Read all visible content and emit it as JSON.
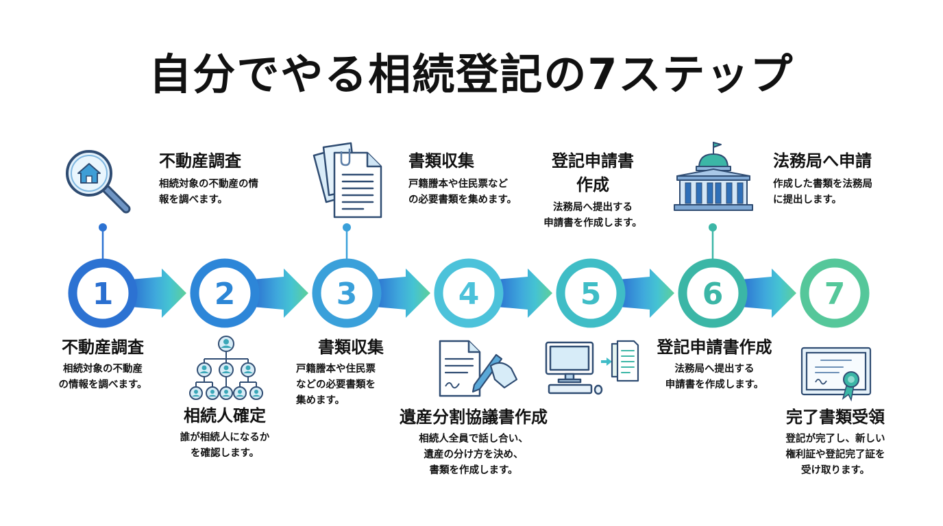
{
  "title": "自分でやる相続登記の7ステップ",
  "steps": [
    {
      "number": "1",
      "title": "不動産調査",
      "desc_top": [
        "相続対象の不動産の情",
        "報を調べます。"
      ],
      "desc_bottom": [
        "相続対象の不動産",
        "の情報を調べます。"
      ],
      "icon": "magnifier-house-icon",
      "color": "#2f7fd6"
    },
    {
      "number": "2",
      "title": "相続人確定",
      "desc": [
        "誰が相続人になるか",
        "を確認します。"
      ],
      "icon": "family-tree-icon",
      "color": "#2e8fd8"
    },
    {
      "number": "3",
      "title": "書類収集",
      "desc_top": [
        "戸籍謄本や住民票など",
        "の必要書類を集めます。"
      ],
      "desc_bottom": [
        "戸籍謄本や住民票",
        "などの必要書類を",
        "集めます。"
      ],
      "icon": "documents-icon",
      "color": "#37a3d8"
    },
    {
      "number": "4",
      "title": "遺産分割協議書作成",
      "desc": [
        "相続人全員で話し合い、",
        "遺産の分け方を決め、",
        "書類を作成します。"
      ],
      "icon": "signing-document-icon",
      "color": "#46bcd6"
    },
    {
      "number": "5",
      "title_top": [
        "登記申請書",
        "作成"
      ],
      "desc_top": [
        "法務局へ提出する",
        "申請書を作成します。"
      ],
      "icon": "computer-documents-icon",
      "color": "#3fbcc7"
    },
    {
      "number": "6",
      "title": "登記申請書作成",
      "desc": [
        "法務局へ提出する",
        "申請書を作成します。"
      ],
      "title_top": "法務局へ申請",
      "desc_top": [
        "作成した書類を法務局",
        "に提出します。"
      ],
      "icon": "courthouse-icon",
      "color": "#3ab7a8"
    },
    {
      "number": "7",
      "title": "完了書類受領",
      "desc": [
        "登記が完了し、新しい",
        "権利証や登記完了証を",
        "受け取ります。"
      ],
      "icon": "certificate-icon",
      "color": "#4cc39a"
    }
  ]
}
